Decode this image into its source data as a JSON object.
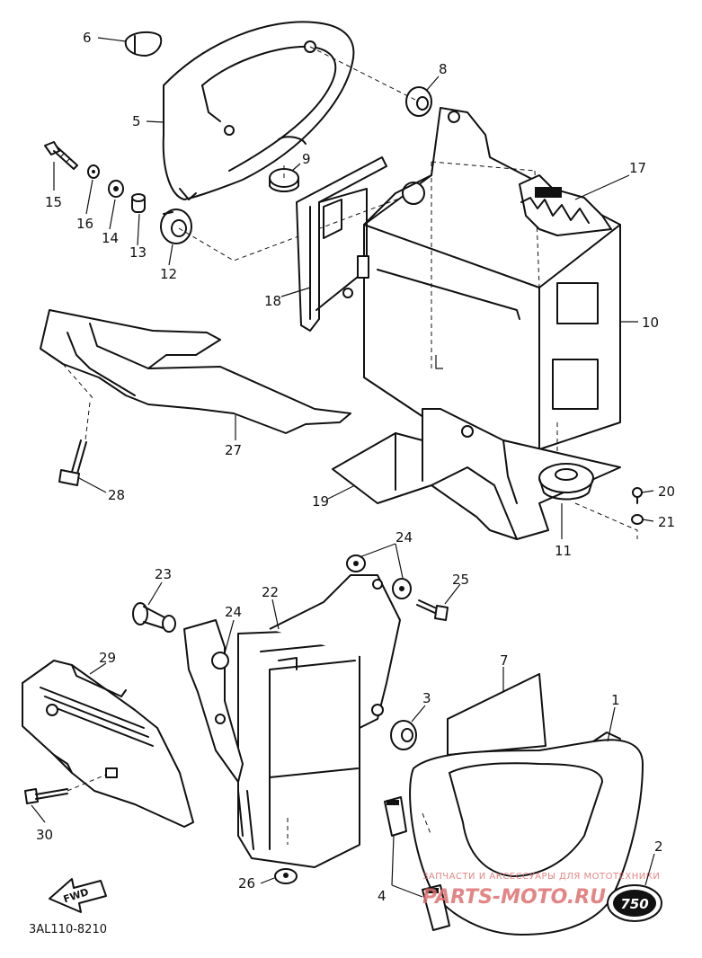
{
  "diagram": {
    "drawing_code": "3AL110-8210",
    "fwd_label": "FWD",
    "badge_text": "750",
    "watermark": {
      "line1": "ЗАПЧАСТИ И АКСЕССУАРЫ ДЛЯ МОТОТЕХНИКИ",
      "line2": "PARTS-MOTO.RU",
      "color": "#e07070"
    },
    "callouts": [
      "1",
      "2",
      "3",
      "4",
      "5",
      "6",
      "7",
      "8",
      "9",
      "10",
      "11",
      "12",
      "13",
      "14",
      "15",
      "16",
      "17",
      "18",
      "19",
      "20",
      "21",
      "22",
      "23",
      "24",
      "25",
      "26",
      "27",
      "28",
      "29",
      "30"
    ]
  }
}
